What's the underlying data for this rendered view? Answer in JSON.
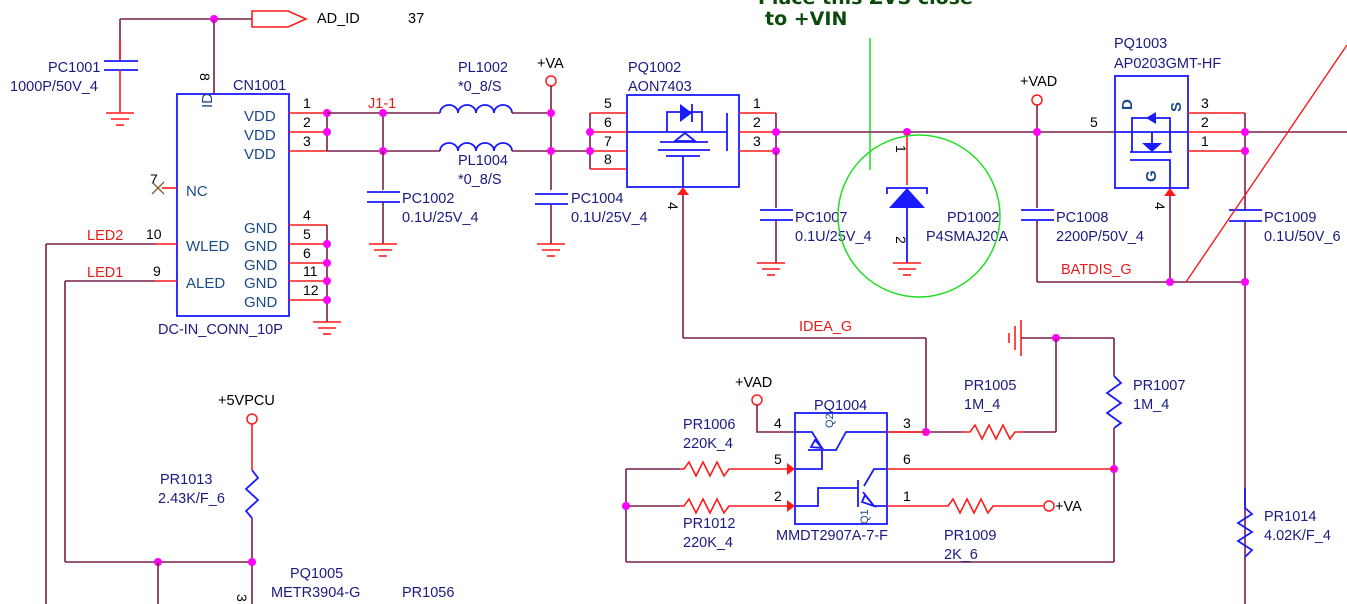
{
  "note": {
    "line1": "Place this ZVS close",
    "line2": "to +VIN"
  },
  "offpage": {
    "label": "AD_ID",
    "page": "37"
  },
  "connector": {
    "ref": "CN1001",
    "name": "DC-IN_CONN_10P",
    "pins": {
      "id": {
        "num": "8",
        "name": "ID"
      },
      "vdd1": {
        "num": "1",
        "name": "VDD"
      },
      "vdd2": {
        "num": "2",
        "name": "VDD"
      },
      "vdd3": {
        "num": "3",
        "name": "VDD"
      },
      "nc": {
        "num": "7",
        "name": "NC"
      },
      "wled": {
        "num": "10",
        "name": "WLED"
      },
      "aled": {
        "num": "9",
        "name": "ALED"
      },
      "gnd4": {
        "num": "4",
        "name": "GND"
      },
      "gnd5": {
        "num": "5",
        "name": "GND"
      },
      "gnd6": {
        "num": "6",
        "name": "GND"
      },
      "gnd11": {
        "num": "11",
        "name": "GND"
      },
      "gnd12": {
        "num": "12",
        "name": "GND"
      }
    }
  },
  "nets": {
    "j1": "J1-1",
    "led2": "LED2",
    "led1": "LED1",
    "idea_g": "IDEA_G",
    "batdis_g": "BATDIS_G"
  },
  "power": {
    "va": "+VA",
    "vad": "+VAD",
    "vad2": "+VAD",
    "v5pcu": "+5VPCU",
    "va2": "+VA"
  },
  "components": {
    "pc1001": {
      "ref": "PC1001",
      "value": "1000P/50V_4"
    },
    "pc1002": {
      "ref": "PC1002",
      "value": "0.1U/25V_4"
    },
    "pc1004": {
      "ref": "PC1004",
      "value": "0.1U/25V_4"
    },
    "pc1007": {
      "ref": "PC1007",
      "value": "0.1U/25V_4"
    },
    "pc1008": {
      "ref": "PC1008",
      "value": "2200P/50V_4"
    },
    "pc1009": {
      "ref": "PC1009",
      "value": "0.1U/50V_6"
    },
    "pl1002": {
      "ref": "PL1002",
      "value": "*0_8/S"
    },
    "pl1004": {
      "ref": "PL1004",
      "value": "*0_8/S"
    },
    "pq1002": {
      "ref": "PQ1002",
      "value": "AON7403",
      "pins": [
        "5",
        "6",
        "7",
        "8",
        "1",
        "2",
        "3",
        "4"
      ]
    },
    "pq1003": {
      "ref": "PQ1003",
      "value": "AP0203GMT-HF",
      "pins": [
        "5",
        "3",
        "2",
        "1",
        "4"
      ],
      "d": "D",
      "s": "S",
      "g": "G"
    },
    "pd1002": {
      "ref": "PD1002",
      "value": "P4SMAJ20A",
      "pins": [
        "1",
        "2"
      ]
    },
    "pq1004": {
      "ref": "PQ1004",
      "value": "MMDT2907A-7-F",
      "pins": [
        "4",
        "5",
        "2",
        "3",
        "6",
        "1"
      ],
      "q1": "Q1",
      "q2": "Q2"
    },
    "pr1005": {
      "ref": "PR1005",
      "value": "1M_4"
    },
    "pr1006": {
      "ref": "PR1006",
      "value": "220K_4"
    },
    "pr1007": {
      "ref": "PR1007",
      "value": "1M_4"
    },
    "pr1009": {
      "ref": "PR1009",
      "value": "2K_6"
    },
    "pr1012": {
      "ref": "PR1012",
      "value": "220K_4"
    },
    "pr1013": {
      "ref": "PR1013",
      "value": "2.43K/F_6"
    },
    "pr1014": {
      "ref": "PR1014",
      "value": "4.02K/F_4"
    },
    "pq1005": {
      "ref": "PQ1005",
      "value": "METR3904-G",
      "pins": [
        "3"
      ]
    },
    "pr1056": {
      "ref": "PR1056"
    }
  }
}
